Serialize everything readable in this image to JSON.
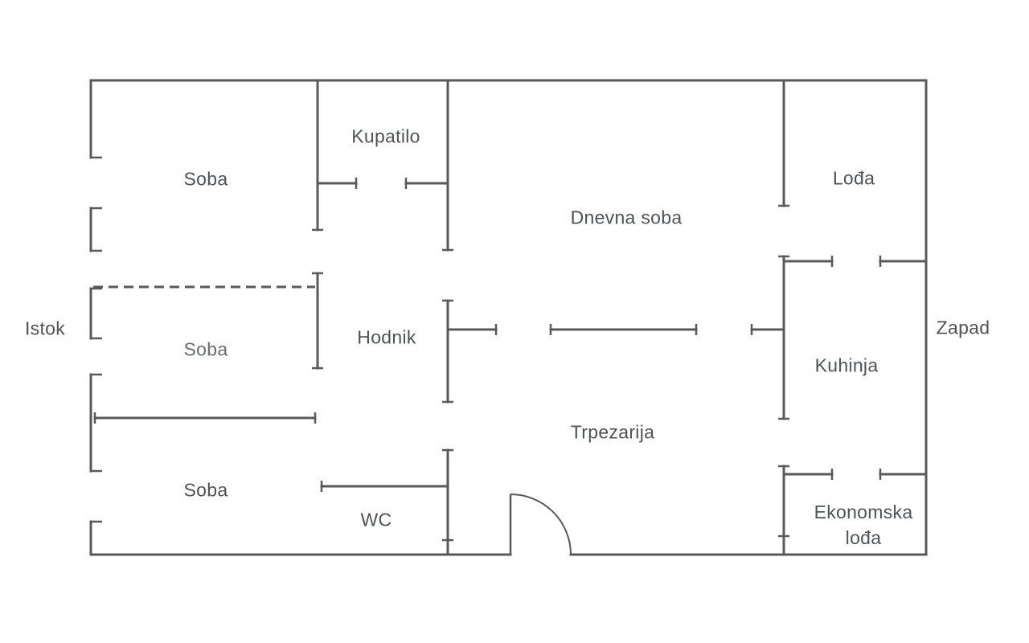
{
  "floorplan": {
    "rooms": {
      "kupatilo": "Kupatilo",
      "soba_top": "Soba",
      "dnevna_soba": "Dnevna soba",
      "lodja": "Lođa",
      "hodnik": "Hodnik",
      "soba_middle": "Soba",
      "kuhinja": "Kuhinja",
      "trpezarija": "Trpezarija",
      "soba_bottom": "Soba",
      "wc": "WC",
      "ekonomska_lodja": "Ekonomska lođa"
    },
    "orientation": {
      "east": "Istok",
      "west": "Zapad"
    },
    "colors": {
      "wall": "#58595b",
      "text": "#4f5355",
      "background": "#ffffff"
    }
  }
}
